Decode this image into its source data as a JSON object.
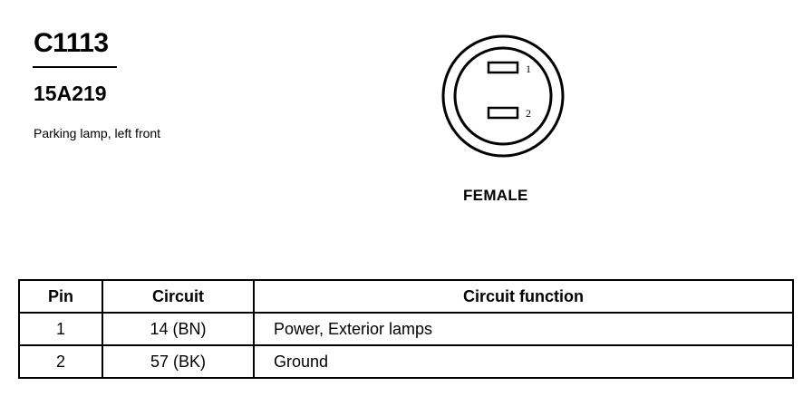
{
  "connector": {
    "id": "C1113",
    "part_number": "15A219",
    "description": "Parking lamp, left front"
  },
  "diagram": {
    "gender_label": "FEMALE",
    "pins": [
      "1",
      "2"
    ]
  },
  "table": {
    "headers": [
      "Pin",
      "Circuit",
      "Circuit function"
    ],
    "rows": [
      {
        "pin": "1",
        "circuit": "14 (BN)",
        "function": "Power, Exterior lamps"
      },
      {
        "pin": "2",
        "circuit": "57 (BK)",
        "function": "Ground"
      }
    ]
  }
}
